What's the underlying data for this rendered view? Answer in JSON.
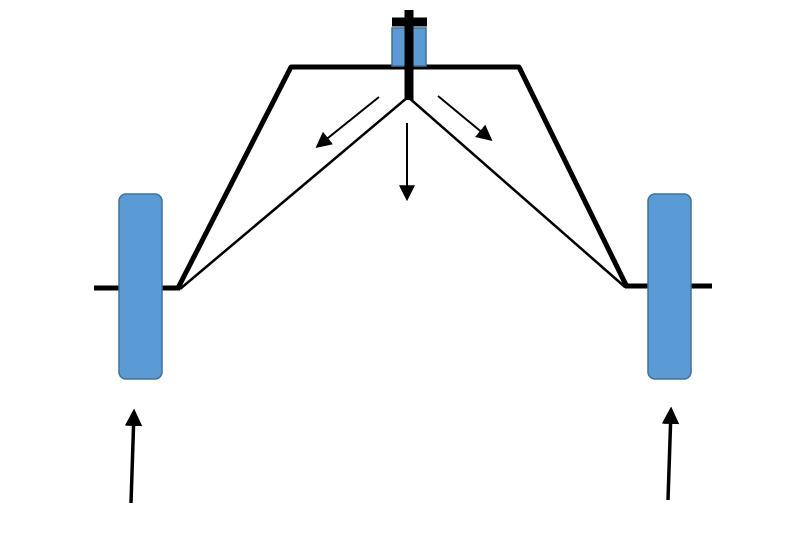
{
  "diagram": {
    "components": [
      "frame",
      "center-post",
      "cable",
      "left-wheel",
      "right-wheel",
      "axle",
      "force-arrow"
    ],
    "colors": {
      "wheel_fill": "#5b9bd5",
      "wheel_stroke": "#41719c",
      "line": "#000000",
      "background": "#ffffff"
    }
  }
}
